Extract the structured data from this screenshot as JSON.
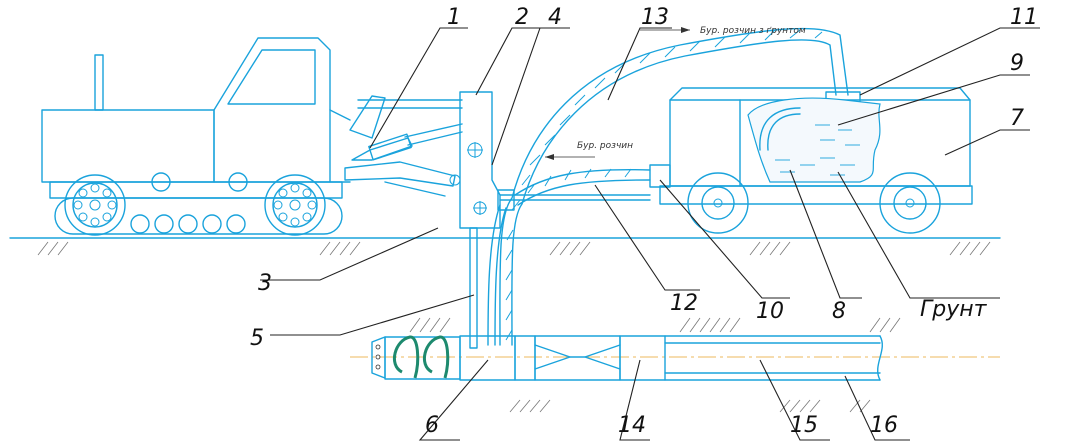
{
  "labels": {
    "n1": "1",
    "n2": "2",
    "n3": "3",
    "n4": "4",
    "n5": "5",
    "n6": "6",
    "n7": "7",
    "n8": "8",
    "n9": "9",
    "n10": "10",
    "n11": "11",
    "n12": "12",
    "n13": "13",
    "n14": "14",
    "n15": "15",
    "n16": "16",
    "ground": "Грунт"
  },
  "flows": {
    "top": "Бур. розчин з ґрунтом",
    "mid": "Бур. розчин"
  },
  "colors": {
    "outline": "#1aa3dc",
    "leaders": "#222222",
    "auger": "#1d8a6e",
    "axis": "#e6a22a"
  }
}
